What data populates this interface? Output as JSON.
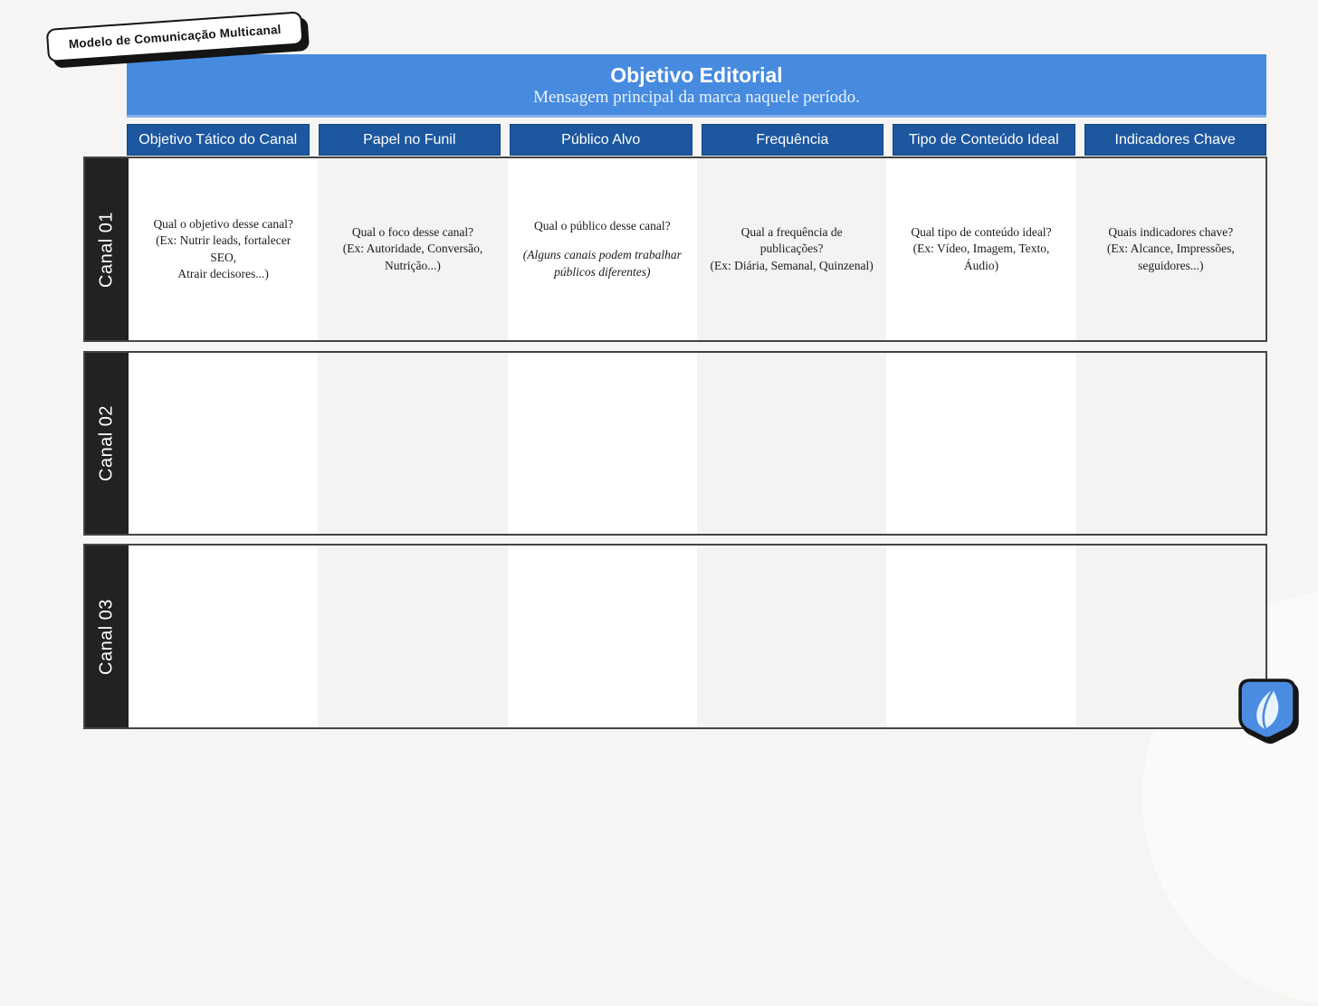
{
  "badge": {
    "label": "Modelo de Comunicação Multicanal"
  },
  "banner": {
    "title": "Objetivo Editorial",
    "subtitle": "Mensagem principal da marca naquele período."
  },
  "column_headers": [
    "Objetivo Tático do Canal",
    "Papel no Funil",
    "Público Alvo",
    "Frequência",
    "Tipo de Conteúdo Ideal",
    "Indicadores Chave"
  ],
  "rows": [
    {
      "label": "Canal 01",
      "cells": [
        {
          "text": "Qual o objetivo desse canal?\n(Ex: Nutrir leads, fortalecer SEO,\nAtrair decisores...)",
          "note": ""
        },
        {
          "text": "Qual o foco desse canal?\n(Ex: Autoridade, Conversão,\nNutrição...)",
          "note": ""
        },
        {
          "text": "Qual o público desse canal?",
          "note": "(Alguns canais podem trabalhar\npúblicos diferentes)"
        },
        {
          "text": "Qual a frequência de\npublicações?\n(Ex: Diária, Semanal, Quinzenal)",
          "note": ""
        },
        {
          "text": "Qual tipo de conteúdo ideal?\n(Ex: Vídeo, Imagem, Texto,\nÁudio)",
          "note": ""
        },
        {
          "text": "Quais indicadores chave?\n(Ex: Alcance, Impressões,\nseguidores...)",
          "note": ""
        }
      ]
    },
    {
      "label": "Canal 02",
      "cells": [
        {
          "text": "",
          "note": ""
        },
        {
          "text": "",
          "note": ""
        },
        {
          "text": "",
          "note": ""
        },
        {
          "text": "",
          "note": ""
        },
        {
          "text": "",
          "note": ""
        },
        {
          "text": "",
          "note": ""
        }
      ]
    },
    {
      "label": "Canal 03",
      "cells": [
        {
          "text": "",
          "note": ""
        },
        {
          "text": "",
          "note": ""
        },
        {
          "text": "",
          "note": ""
        },
        {
          "text": "",
          "note": ""
        },
        {
          "text": "",
          "note": ""
        },
        {
          "text": "",
          "note": ""
        }
      ]
    }
  ],
  "logo": {
    "name": "leaf-logo"
  },
  "colors": {
    "banner_blue": "#478be0",
    "header_blue": "#1c57a0",
    "label_dark": "#222222",
    "cell_gray": "#f3f3f1",
    "page_bg": "#f6f5f3"
  }
}
